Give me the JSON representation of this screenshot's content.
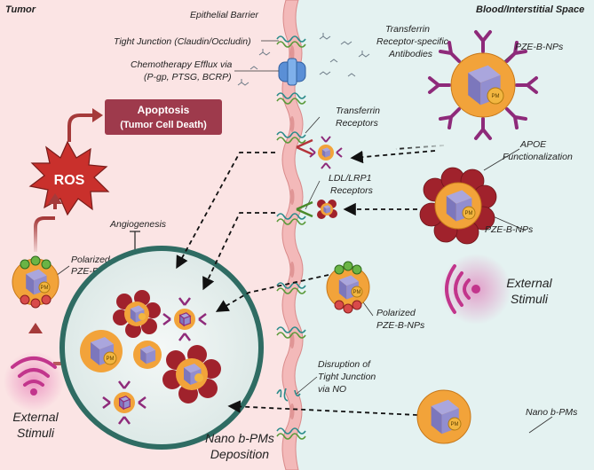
{
  "regions": {
    "tumor": "Tumor",
    "blood": "Blood/Interstitial Space"
  },
  "labels": {
    "epithelial_barrier": "Epithelial Barrier",
    "tight_junction": "Tight Junction (Claudin/Occludin)",
    "efflux_line1": "Chemotherapy Efflux via",
    "efflux_line2": "(P-gp, PTSG, BCRP)",
    "tfr_antibodies_line1": "Transferrin",
    "tfr_antibodies_line2": "Receptor-specific",
    "tfr_antibodies_line3": "Antibodies",
    "pze_top": "PZE-B-NPs",
    "tfr_receptors_line1": "Transferrin",
    "tfr_receptors_line2": "Receptors",
    "apoe_line1": "APOE",
    "apoe_line2": "Functionalization",
    "ldl_line1": "LDL/LRP1",
    "ldl_line2": "Receptors",
    "pze_apoe": "PZE-B-NPs",
    "angiogenesis": "Angiogenesis",
    "polarized_left_line1": "Polarized",
    "polarized_left_line2": "PZE-B-NPs",
    "polarized_right_line1": "Polarized",
    "polarized_right_line2": "PZE-B-NPs",
    "external_right_line1": "External",
    "external_right_line2": "Stimuli",
    "external_left_line1": "External",
    "external_left_line2": "Stimuli",
    "disruption_line1": "Disruption of",
    "disruption_line2": "Tight Junction",
    "disruption_line3": "via NO",
    "nano_bpms": "Nano b-PMs",
    "deposition_line1": "Nano b-PMs",
    "deposition_line2": "Deposition",
    "ros": "ROS",
    "apoptosis_line1": "Apoptosis",
    "apoptosis_line2": "(Tumor Cell Death)",
    "pm": "PM"
  },
  "colors": {
    "tumor_bg": "#fbe4e4",
    "blood_bg": "#e4f2f1",
    "membrane": "#f0b8b8",
    "ros_star": "#c9302c",
    "apoptosis_box": "#9e3a4c",
    "arrow_red": "#a53a3a",
    "particle_orange": "#f2a33a",
    "cube": "#8b86c7",
    "antibody": "#8e2a7a",
    "apoe": "#a0222c",
    "deposition_ring": "#2f6c63",
    "wifi": "#c2358c"
  }
}
